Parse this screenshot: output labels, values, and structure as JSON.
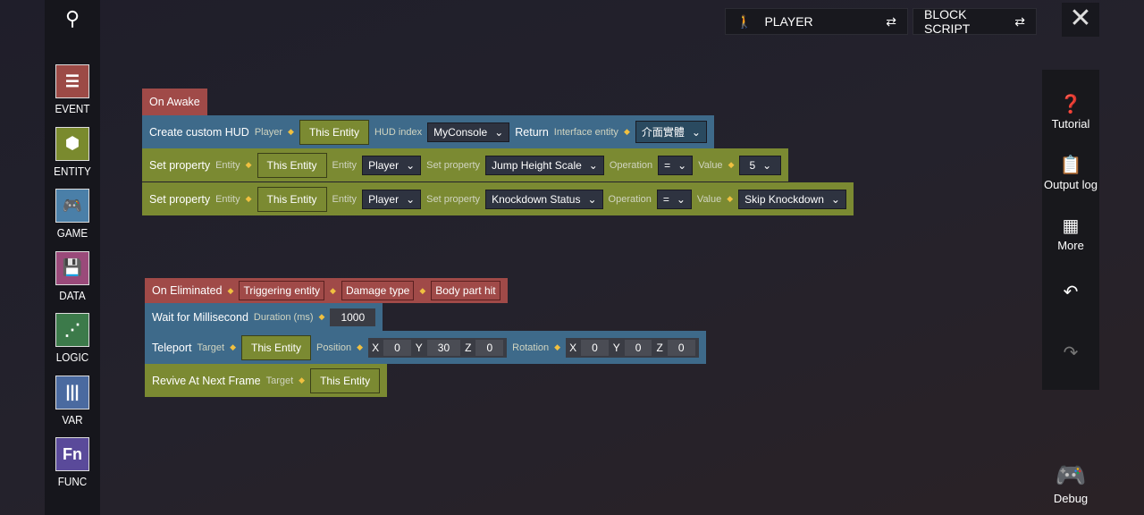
{
  "sidebar": {
    "search_icon": "search-icon",
    "categories": [
      {
        "label": "EVENT",
        "glyph": "☰",
        "color": "#9c4a46"
      },
      {
        "label": "ENTITY",
        "glyph": "⬢",
        "color": "#7a8a2e"
      },
      {
        "label": "GAME",
        "glyph": "🎮",
        "color": "#4a7fa8"
      },
      {
        "label": "DATA",
        "glyph": "💾",
        "color": "#9a4a7a"
      },
      {
        "label": "LOGIC",
        "glyph": "⋰",
        "color": "#3c7a4a"
      },
      {
        "label": "VAR",
        "glyph": "|||",
        "color": "#4a6aa0"
      },
      {
        "label": "FUNC",
        "glyph": "Fn",
        "color": "#5a4a9a"
      }
    ]
  },
  "top": {
    "player": "PLAYER",
    "script": "BLOCK SCRIPT"
  },
  "right": {
    "tutorial": "Tutorial",
    "output": "Output log",
    "more": "More",
    "debug": "Debug"
  },
  "script1": {
    "event": "On Awake",
    "hud": {
      "title": "Create custom HUD",
      "player_label": "Player",
      "player": "This Entity",
      "index_label": "HUD index",
      "index": "MyConsole",
      "return": "Return",
      "iface_label": "Interface entity",
      "iface": "介面實體"
    },
    "set1": {
      "title": "Set property",
      "entity_label": "Entity",
      "entity": "This Entity",
      "type_label": "Entity",
      "type": "Player",
      "prop_label": "Set property",
      "prop": "Jump Height Scale",
      "op_label": "Operation",
      "op": "=",
      "val_label": "Value",
      "val": "5"
    },
    "set2": {
      "title": "Set property",
      "entity_label": "Entity",
      "entity": "This Entity",
      "type_label": "Entity",
      "type": "Player",
      "prop_label": "Set property",
      "prop": "Knockdown Status",
      "op_label": "Operation",
      "op": "=",
      "val_label": "Value",
      "val": "Skip Knockdown"
    }
  },
  "script2": {
    "event": "On Eliminated",
    "params": [
      "Triggering entity",
      "Damage type",
      "Body part hit"
    ],
    "wait": {
      "title": "Wait for Millisecond",
      "label": "Duration (ms)",
      "value": "1000"
    },
    "tp": {
      "title": "Teleport",
      "target_label": "Target",
      "target": "This Entity",
      "pos_label": "Position",
      "pos": {
        "x": "0",
        "y": "30",
        "z": "0"
      },
      "rot_label": "Rotation",
      "rot": {
        "x": "0",
        "y": "0",
        "z": "0"
      },
      "X": "X",
      "Y": "Y",
      "Z": "Z"
    },
    "revive": {
      "title": "Revive At Next Frame",
      "target_label": "Target",
      "target": "This Entity"
    }
  }
}
